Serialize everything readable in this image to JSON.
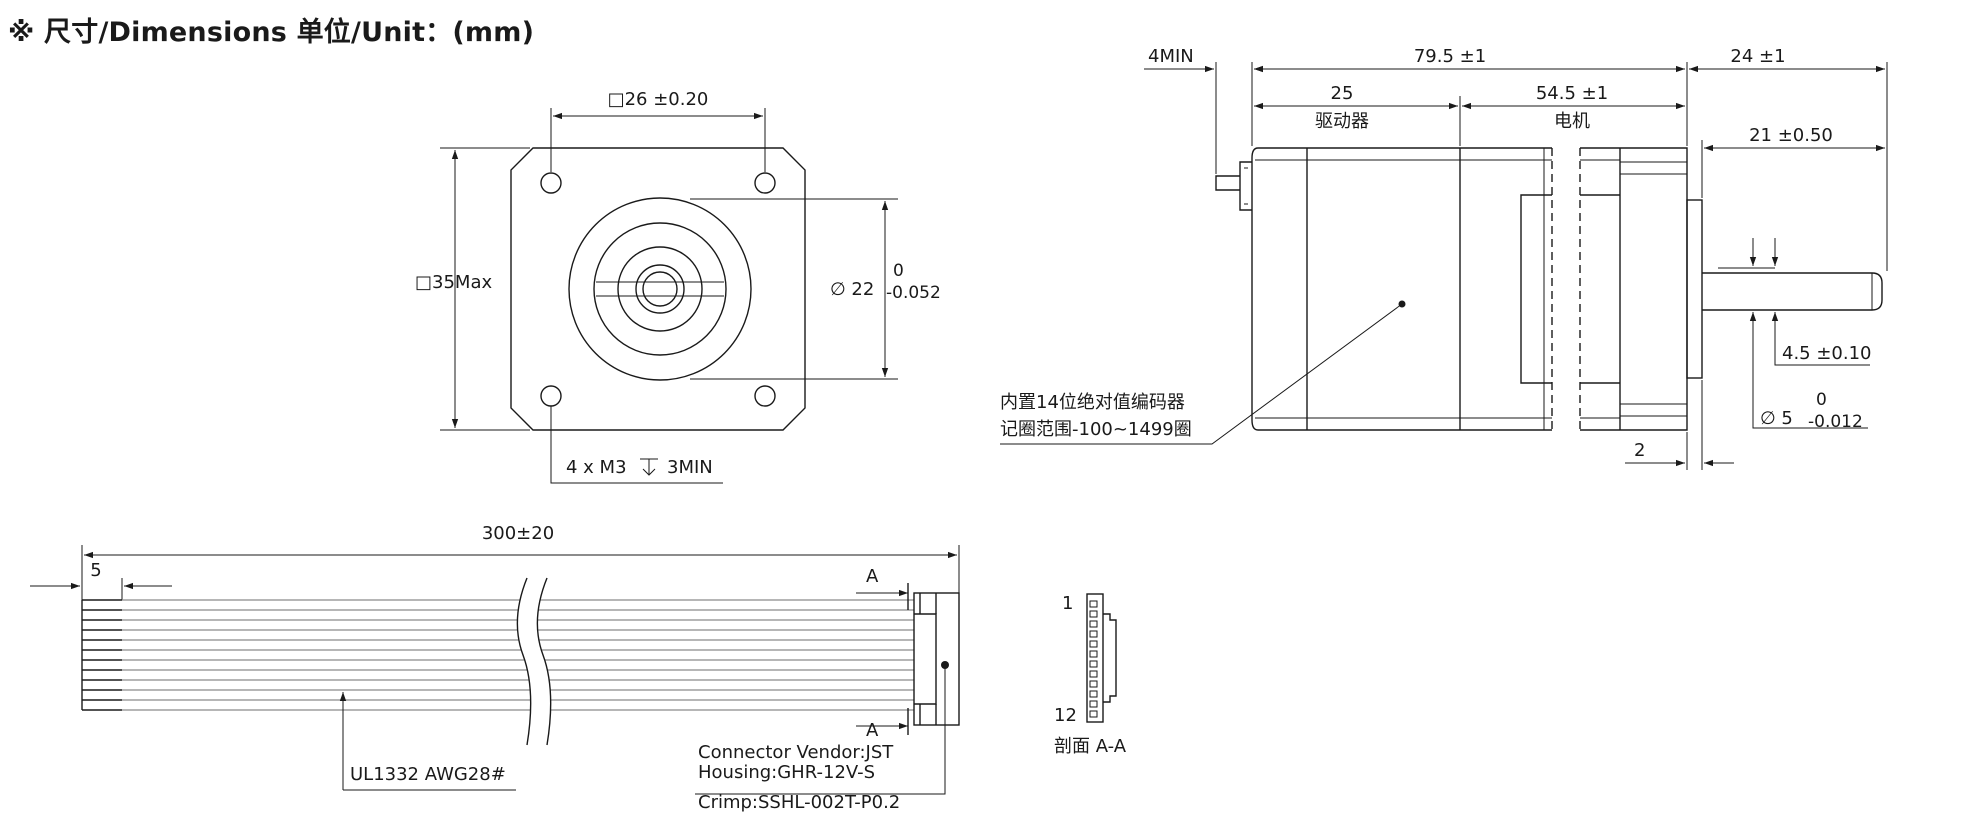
{
  "title": "※ 尺寸/Dimensions  单位/Unit：(mm)",
  "front_view": {
    "square_26": "□26 ±0.20",
    "square_35": "□35Max",
    "dia_22": "∅ 22",
    "tol_22_upper": "0",
    "tol_22_lower": "-0.052",
    "screw_note": "4 x  M3",
    "screw_depth": "3MIN"
  },
  "side_view": {
    "dim_4min": "4MIN",
    "dim_79_5": "79.5 ±1",
    "dim_24": "24 ±1",
    "dim_25": "25",
    "label_driver": "驱动器",
    "dim_54_5": "54.5 ±1",
    "label_motor": "电机",
    "dim_21": "21 ±0.50",
    "dim_4_5": "4.5 ±0.10",
    "tol_5_upper": "0",
    "dia_5": "∅ 5",
    "tol_5_lower": "-0.012",
    "dim_2": "2",
    "encoder_line1": "内置14位绝对值编码器",
    "encoder_line2": "记圈范围-100~1499圈"
  },
  "cable_view": {
    "dim_300": "300±20",
    "dim_5": "5",
    "section_a_top": "A",
    "section_a_bottom": "A",
    "wire_spec": "UL1332 AWG28#",
    "connector_vendor": "Connector Vendor:JST",
    "housing": "Housing:GHR-12V-S",
    "crimp": "Crimp:SSHL-002T-P0.2"
  },
  "section_view": {
    "pin_first": "1",
    "pin_last": "12",
    "label": "剖面 A-A"
  }
}
